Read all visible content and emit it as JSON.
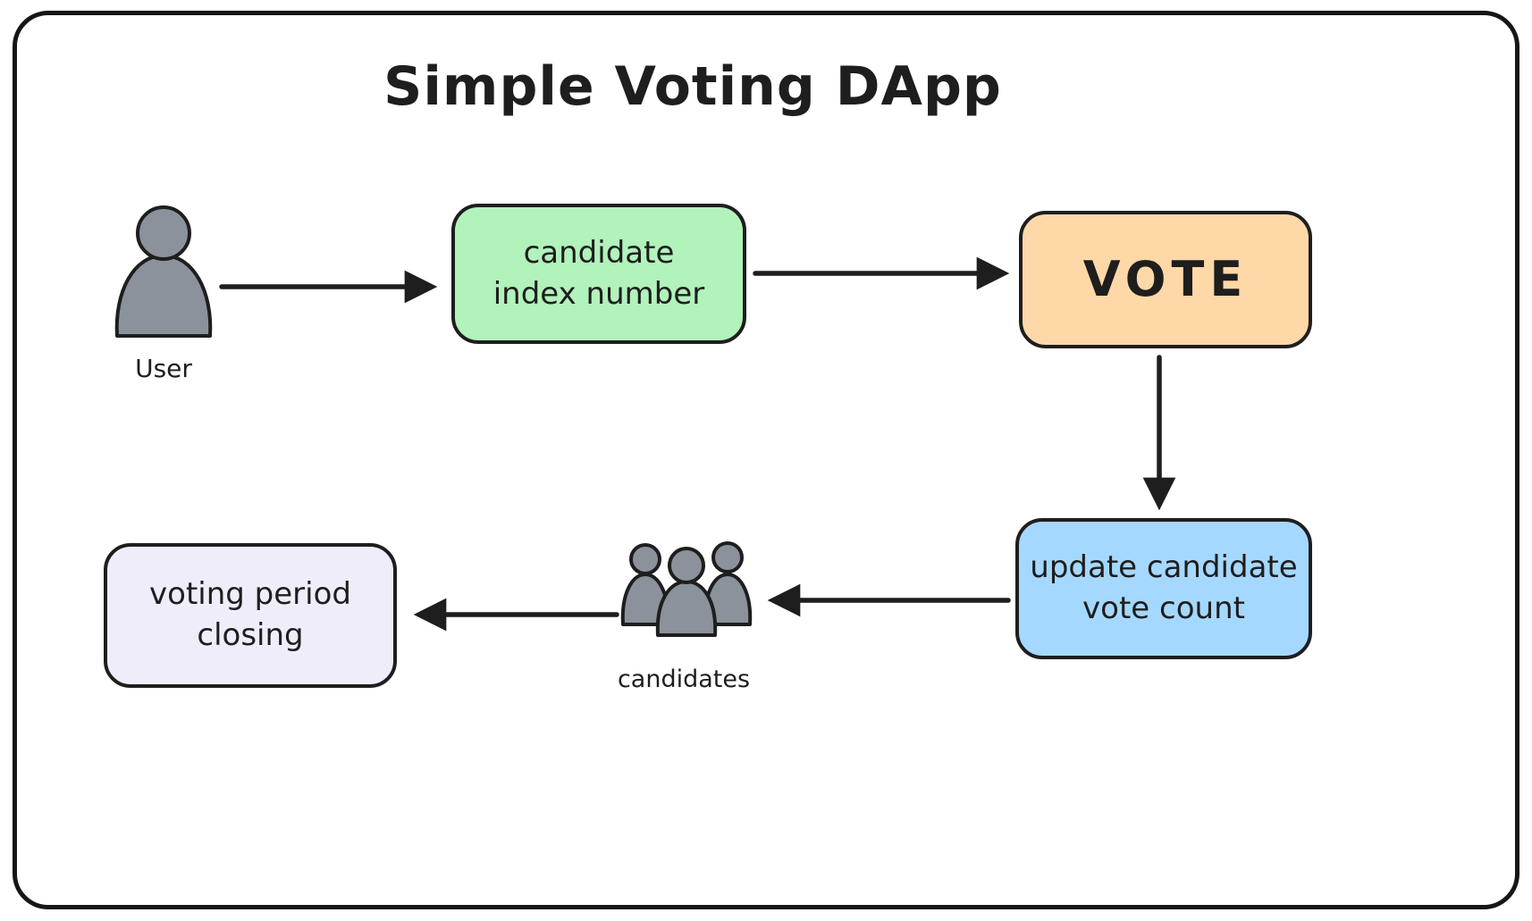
{
  "title": "Simple Voting DApp",
  "nodes": {
    "user": {
      "label": "User"
    },
    "candidate_index": {
      "lines": [
        "candidate",
        "index number"
      ],
      "fill": "#b2f2bb"
    },
    "vote": {
      "label": "VOTE",
      "fill": "#ffd8a8"
    },
    "update_vote_count": {
      "lines": [
        "update candidate",
        "vote count"
      ],
      "fill": "#a5d8ff"
    },
    "candidates": {
      "label": "candidates"
    },
    "voting_period_closing": {
      "lines": [
        "voting period",
        "closing"
      ],
      "fill": "#f0edfb"
    }
  },
  "colors": {
    "stroke": "#1e1e1e",
    "person_fill": "#8b929b",
    "background": "#ffffff"
  }
}
